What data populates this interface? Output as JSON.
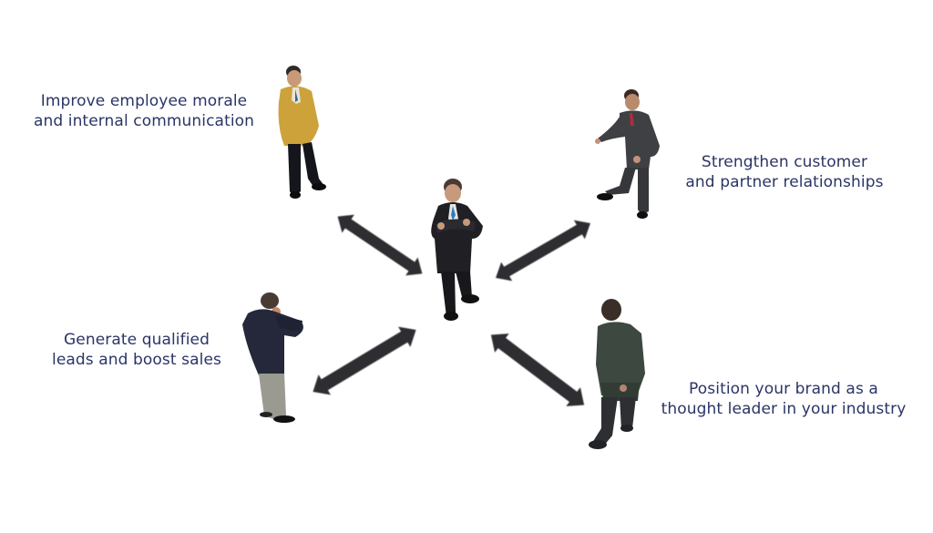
{
  "diagram": {
    "center": {
      "label": "Central figure (business leader)"
    },
    "labels": [
      {
        "id": "top-left",
        "lines": [
          "Improve employee morale",
          "and internal communication"
        ]
      },
      {
        "id": "top-right",
        "lines": [
          "Strengthen customer",
          "and partner relationships"
        ]
      },
      {
        "id": "bottom-left",
        "lines": [
          "Generate qualified",
          "leads and boost sales"
        ]
      },
      {
        "id": "bottom-right",
        "lines": [
          "Position your brand as a",
          "thought leader in your industry"
        ]
      }
    ],
    "colors": {
      "text": "#2b3466",
      "arrow": "#2e2e30",
      "background": "#ffffff"
    }
  }
}
